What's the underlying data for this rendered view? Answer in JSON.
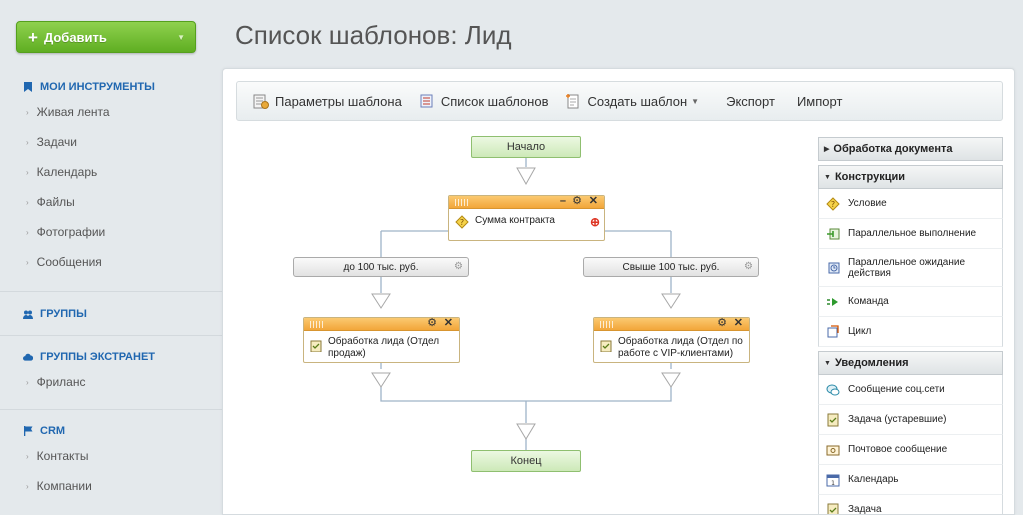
{
  "sidebar": {
    "add_button": "Добавить",
    "sections": [
      {
        "title": "МОИ ИНСТРУМЕНТЫ",
        "icon": "bookmark-icon",
        "items": [
          "Живая лента",
          "Задачи",
          "Календарь",
          "Файлы",
          "Фотографии",
          "Сообщения"
        ]
      },
      {
        "title": "ГРУППЫ",
        "icon": "group-icon",
        "items": []
      },
      {
        "title": "ГРУППЫ ЭКСТРАНЕТ",
        "icon": "cloud-icon",
        "items": [
          "Фриланс"
        ]
      },
      {
        "title": "CRM",
        "icon": "flag-icon",
        "items": [
          "Контакты",
          "Компании"
        ]
      }
    ]
  },
  "page": {
    "title": "Список шаблонов: Лид"
  },
  "toolbar": {
    "params": "Параметры шаблона",
    "list": "Список шаблонов",
    "create": "Создать шаблон",
    "export": "Экспорт",
    "import": "Импорт"
  },
  "workflow": {
    "start": "Начало",
    "end": "Конец",
    "condition": "Сумма контракта",
    "branch_left": "до 100 тыс. руб.",
    "branch_right": "Свыше 100 тыс. руб.",
    "action_left": "Обработка лида (Отдел продаж)",
    "action_right": "Обработка лида (Отдел по работе с VIP-клиентами)"
  },
  "palette": {
    "doc_processing": "Обработка документа",
    "constructs": {
      "title": "Конструкции",
      "items": [
        "Условие",
        "Параллельное выполнение",
        "Параллельное ожидание действия",
        "Команда",
        "Цикл"
      ]
    },
    "notifications": {
      "title": "Уведомления",
      "items": [
        "Сообщение соц.сети",
        "Задача (устаревшие)",
        "Почтовое сообщение",
        "Календарь",
        "Задача"
      ]
    }
  },
  "colors": {
    "accent_green": "#6cbf2b",
    "link_blue": "#2067b0",
    "activity_orange": "#f2a63a"
  }
}
